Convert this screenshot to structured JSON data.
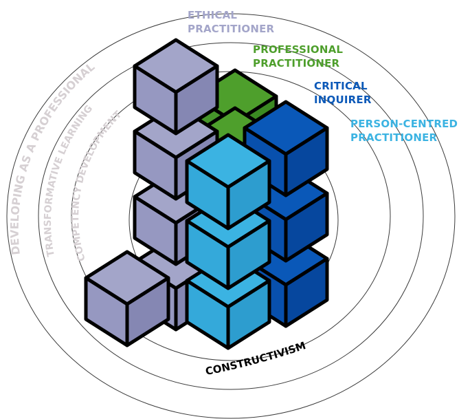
{
  "rings": {
    "outer": "DEVELOPING AS A PROFESSIONAL",
    "middle": "TRANSFORMATIVE LEARNING",
    "inner": "COMPETENCY DEVELOPMENT"
  },
  "base_label": "CONSTRUCTIVISM",
  "roles": [
    {
      "line1": "ETHICAL",
      "line2": "PRACTITIONER",
      "color": "#A3A5C9"
    },
    {
      "line1": "PROFESSIONAL",
      "line2": "PRACTITIONER",
      "color": "#4E9F2C"
    },
    {
      "line1": "CRITICAL",
      "line2": "INQUIRER",
      "color": "#0A58B8"
    },
    {
      "line1": "PERSON-CENTRED",
      "line2": "PRACTITIONER",
      "color": "#3BB3E2"
    }
  ],
  "colors": {
    "ring_text": "#D6D0D3",
    "lavender": [
      "#A3A5C9",
      "#9698C1",
      "#8587B3"
    ],
    "green": [
      "#4E9F2C",
      "#45952A",
      "#3B8A22"
    ],
    "blue": [
      "#0A58B8",
      "#0850AD",
      "#06479E"
    ],
    "cyan": [
      "#3BB3E2",
      "#34A9DA",
      "#2D9DCF"
    ]
  }
}
